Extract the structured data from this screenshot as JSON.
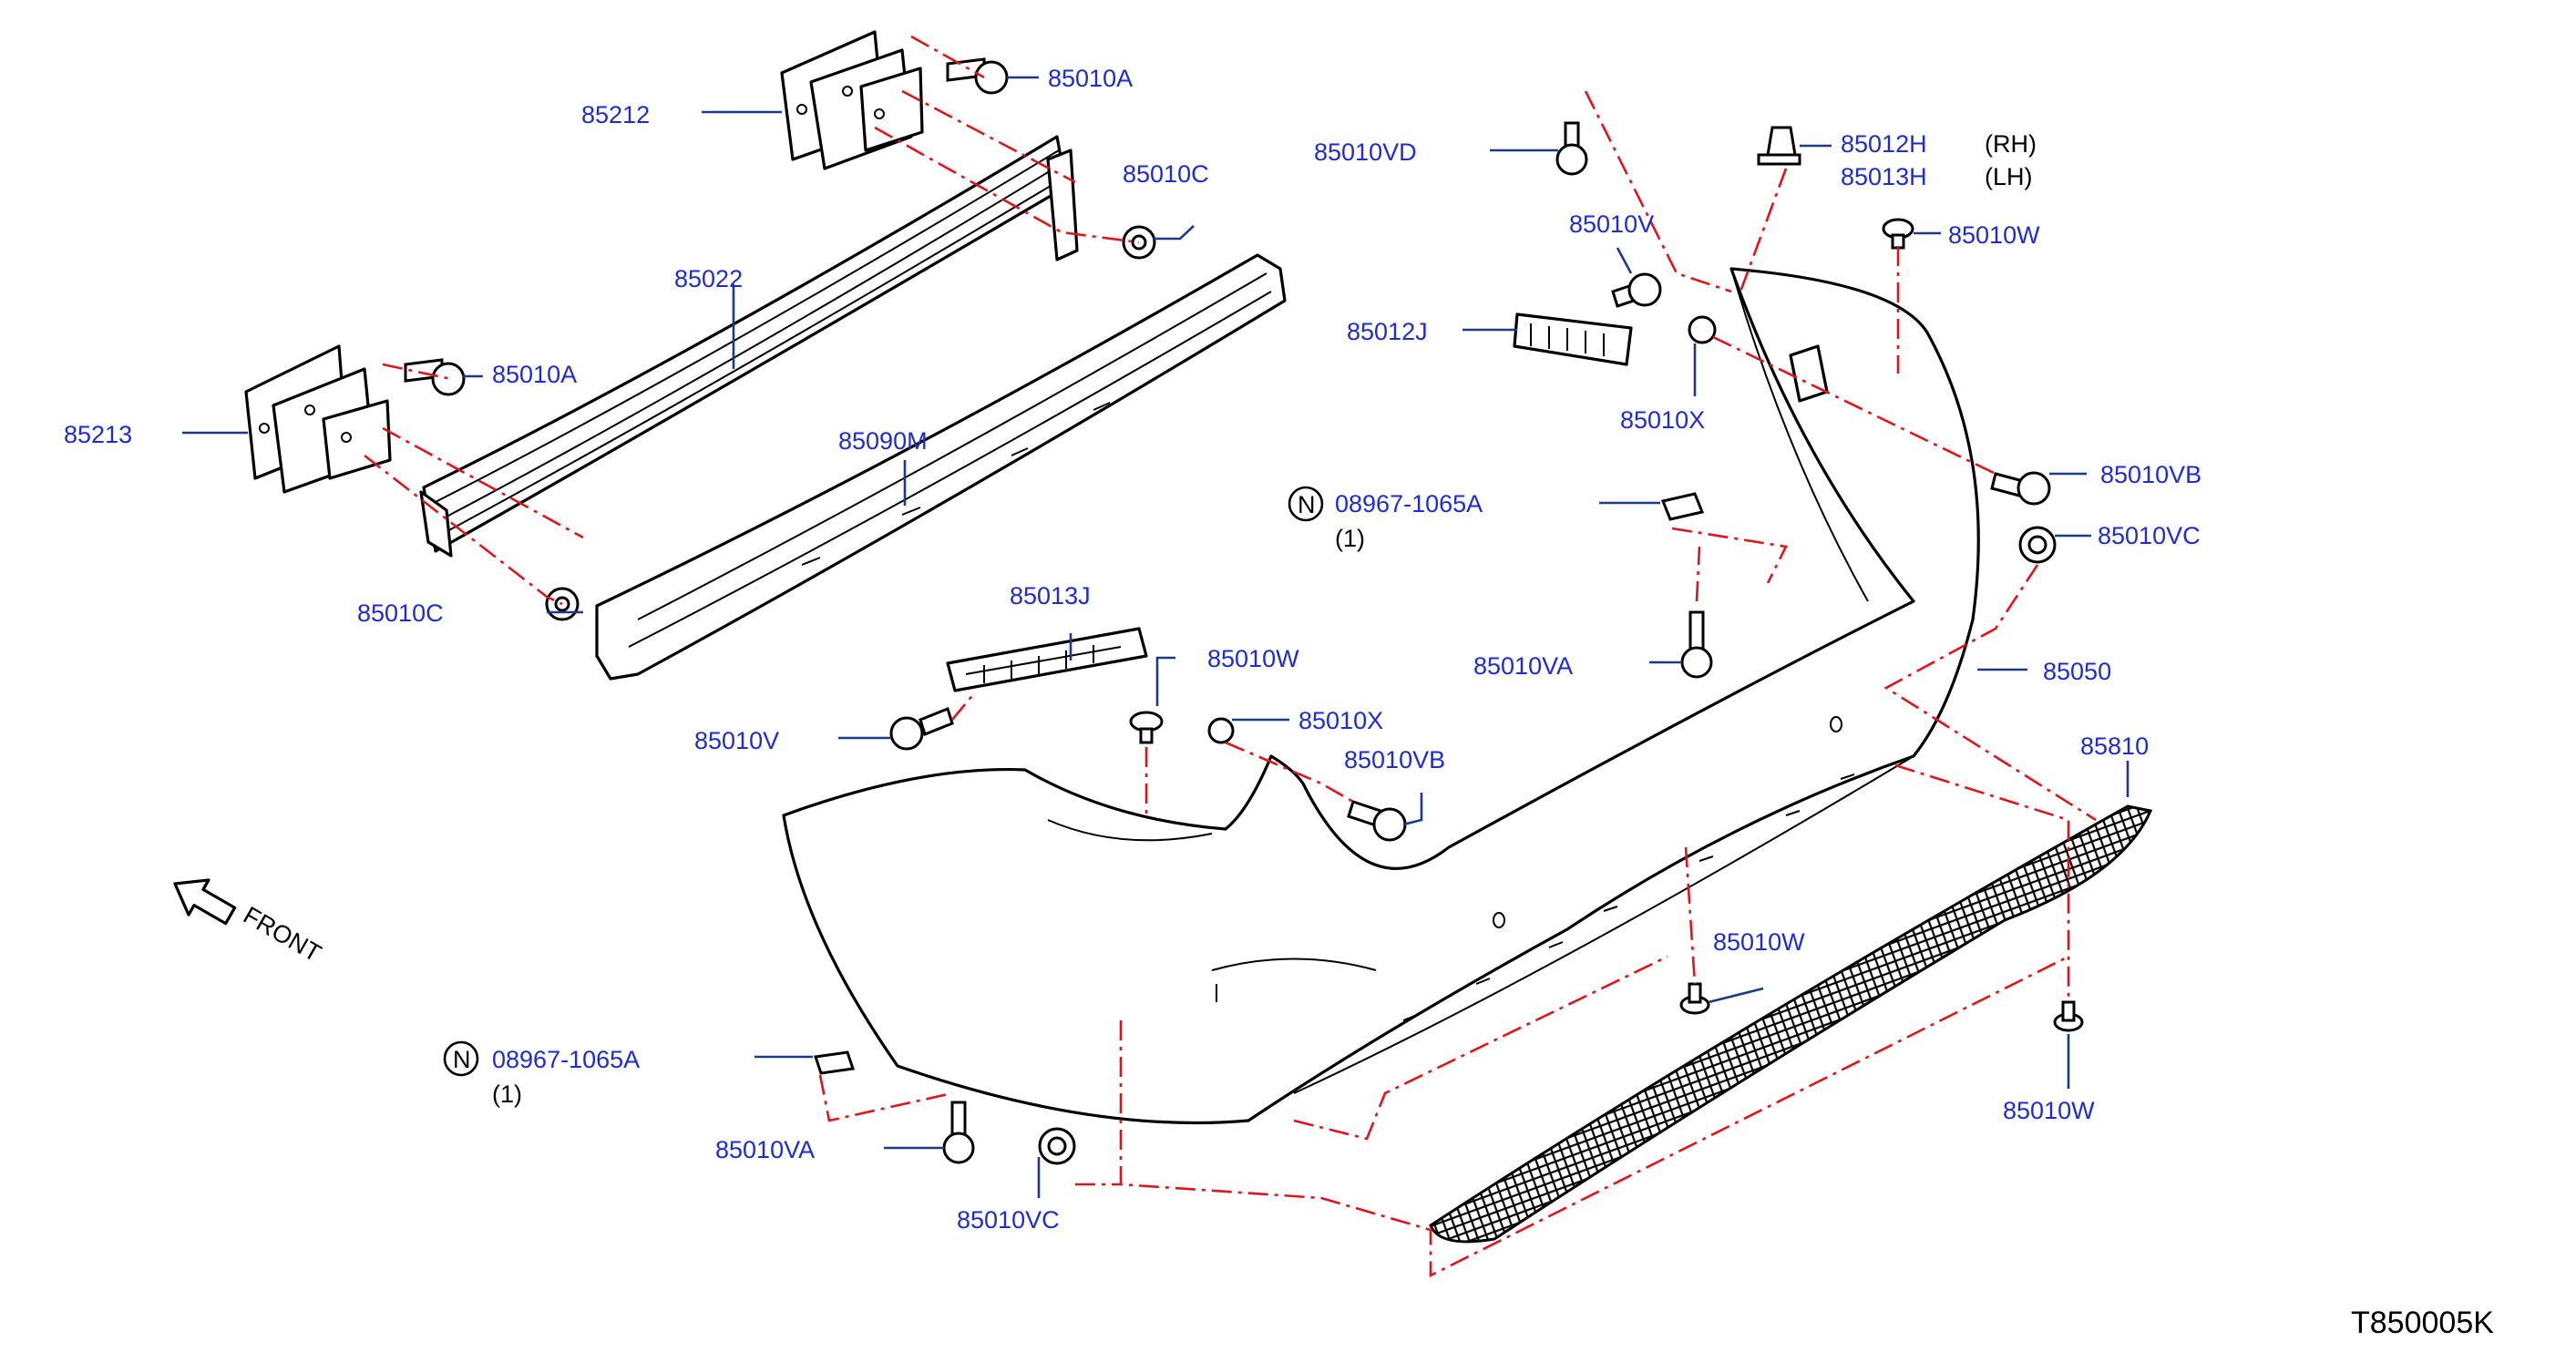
{
  "diagram_code": "T850005K",
  "front_indicator": "FRONT",
  "note_symbol": "N",
  "colors": {
    "label": "#1f2bd6",
    "leader": "#1b3a8c",
    "assembly_line": "#e0141b",
    "outline": "#000000"
  },
  "labels": {
    "p85212": "85212",
    "p85213": "85213",
    "p85022": "85022",
    "p85090M": "85090M",
    "p85010A_top": "85010A",
    "p85010A_left": "85010A",
    "p85010C_top": "85010C",
    "p85010C_bottom": "85010C",
    "p85013J": "85013J",
    "p85010V_left": "85010V",
    "p85010W_mid": "85010W",
    "p85010X_mid": "85010X",
    "p85010VB_mid": "85010VB",
    "p85010VD": "85010VD",
    "p85010V_right": "85010V",
    "p85012J": "85012J",
    "p85010X_right": "85010X",
    "p85012H": "85012H",
    "p85013H": "85013H",
    "rh": "(RH)",
    "lh": "(LH)",
    "p85010W_top": "85010W",
    "p85010VB_right": "85010VB",
    "p85010VC_right": "85010VC",
    "p85010VA_right": "85010VA",
    "p85050": "85050",
    "p85810": "85810",
    "p85010W_low": "85010W",
    "p85010W_bottom": "85010W",
    "p85010VA_left": "85010VA",
    "p85010VC_left": "85010VC",
    "note_part_top": "08967-1065A",
    "note_qty_top": "(1)",
    "note_part_bottom": "08967-1065A",
    "note_qty_bottom": "(1)"
  }
}
